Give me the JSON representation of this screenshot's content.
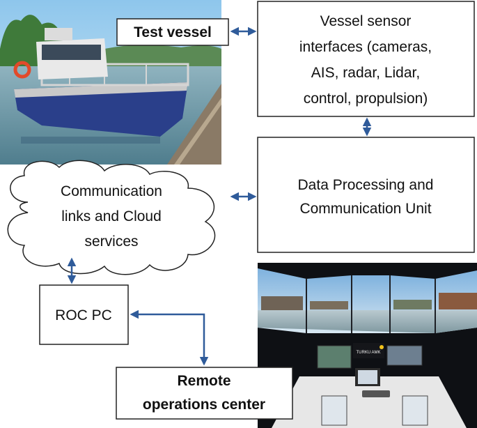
{
  "colors": {
    "arrow": "#2f5b9a",
    "box_stroke": "#222222",
    "water": "#7aa6b8",
    "sky": "#a9d4ef",
    "vessel_hull": "#2a3f8a"
  },
  "nodes": {
    "test_vessel": {
      "label": "Test vessel"
    },
    "sensor_interfaces": {
      "lines": [
        "Vessel sensor",
        "interfaces (cameras,",
        "AIS, radar, Lidar,",
        "control, propulsion)"
      ]
    },
    "data_processing": {
      "lines": [
        "Data Processing and",
        "Communication Unit"
      ]
    },
    "cloud": {
      "lines": [
        "Communication",
        "links and Cloud",
        "services"
      ]
    },
    "roc_pc": {
      "label": "ROC PC"
    },
    "remote_center": {
      "lines": [
        "Remote",
        "operations center"
      ]
    }
  },
  "photos": {
    "vessel_photo": {
      "icon": "vessel-photo"
    },
    "roc_photo": {
      "icon": "remote-operations-room-photo",
      "sign_text": "TURKU AMK"
    }
  }
}
